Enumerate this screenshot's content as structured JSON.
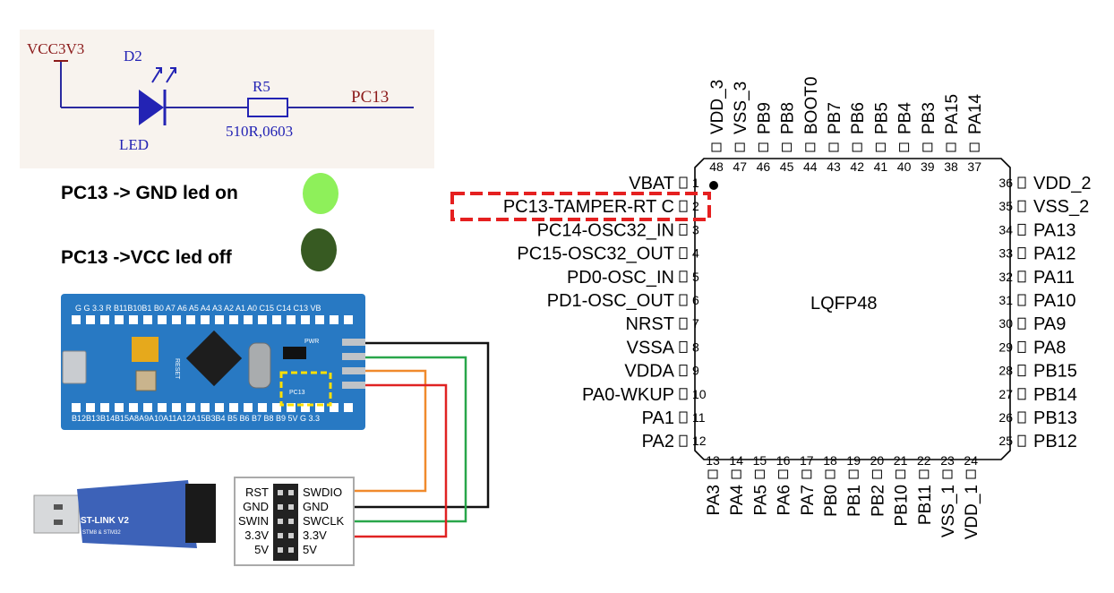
{
  "schematic": {
    "power_label": "VCC3V3",
    "led_ref": "D2",
    "led_type": "LED",
    "resistor_ref": "R5",
    "resistor_value": "510R,0603",
    "net_label": "PC13"
  },
  "states": [
    {
      "text": "PC13 -> GND  led on",
      "color": "#8ef05a"
    },
    {
      "text": "PC13 ->VCC    led off",
      "color": "#375a22"
    }
  ],
  "board": {
    "top_header_text": "G  G  3.3  R  B11B10B1  B0  A7  A6  A5  A4  A3  A2  A1  A0 C15 C14 C13 VB",
    "bottom_header_text": "B12B13B14B15A8A9A10A11A12A15B3B4  B5  B6  B7  B8  B9 5V  G  3.3",
    "pwr_label": "PWR",
    "reset_label": "RESET",
    "pc13_label": "PC13"
  },
  "stlink": {
    "brand": "ST-LINK V2",
    "sub": "STM8 & STM32",
    "pins_left": [
      "RST",
      "GND",
      "SWIN",
      "3.3V",
      "5V"
    ],
    "pins_right": [
      "SWDIO",
      "GND",
      "SWCLK",
      "3.3V",
      "5V"
    ]
  },
  "chip": {
    "package": "LQFP48",
    "left_pins": [
      {
        "num": "1",
        "name": "VBAT"
      },
      {
        "num": "2",
        "name": "PC13-TAMPER-RT C"
      },
      {
        "num": "3",
        "name": "PC14-OSC32_IN"
      },
      {
        "num": "4",
        "name": "PC15-OSC32_OUT"
      },
      {
        "num": "5",
        "name": "PD0-OSC_IN"
      },
      {
        "num": "6",
        "name": "PD1-OSC_OUT"
      },
      {
        "num": "7",
        "name": "NRST"
      },
      {
        "num": "8",
        "name": "VSSA"
      },
      {
        "num": "9",
        "name": "VDDA"
      },
      {
        "num": "10",
        "name": "PA0-WKUP"
      },
      {
        "num": "11",
        "name": "PA1"
      },
      {
        "num": "12",
        "name": "PA2"
      }
    ],
    "bottom_pins": [
      {
        "num": "13",
        "name": "PA3"
      },
      {
        "num": "14",
        "name": "PA4"
      },
      {
        "num": "15",
        "name": "PA5"
      },
      {
        "num": "16",
        "name": "PA6"
      },
      {
        "num": "17",
        "name": "PA7"
      },
      {
        "num": "18",
        "name": "PB0"
      },
      {
        "num": "19",
        "name": "PB1"
      },
      {
        "num": "20",
        "name": "PB2"
      },
      {
        "num": "21",
        "name": "PB10"
      },
      {
        "num": "22",
        "name": "PB11"
      },
      {
        "num": "23",
        "name": "VSS_1"
      },
      {
        "num": "24",
        "name": "VDD_1"
      }
    ],
    "right_pins": [
      {
        "num": "36",
        "name": "VDD_2"
      },
      {
        "num": "35",
        "name": "VSS_2"
      },
      {
        "num": "34",
        "name": "PA13"
      },
      {
        "num": "33",
        "name": "PA12"
      },
      {
        "num": "32",
        "name": "PA11"
      },
      {
        "num": "31",
        "name": "PA10"
      },
      {
        "num": "30",
        "name": "PA9"
      },
      {
        "num": "29",
        "name": "PA8"
      },
      {
        "num": "28",
        "name": "PB15"
      },
      {
        "num": "27",
        "name": "PB14"
      },
      {
        "num": "26",
        "name": "PB13"
      },
      {
        "num": "25",
        "name": "PB12"
      }
    ],
    "top_pins": [
      {
        "num": "48",
        "name": "VDD_3"
      },
      {
        "num": "47",
        "name": "VSS_3"
      },
      {
        "num": "46",
        "name": "PB9"
      },
      {
        "num": "45",
        "name": "PB8"
      },
      {
        "num": "44",
        "name": "BOOT0"
      },
      {
        "num": "43",
        "name": "PB7"
      },
      {
        "num": "42",
        "name": "PB6"
      },
      {
        "num": "41",
        "name": "PB5"
      },
      {
        "num": "40",
        "name": "PB4"
      },
      {
        "num": "39",
        "name": "PB3"
      },
      {
        "num": "38",
        "name": "PA15"
      },
      {
        "num": "37",
        "name": "PA14"
      }
    ]
  }
}
